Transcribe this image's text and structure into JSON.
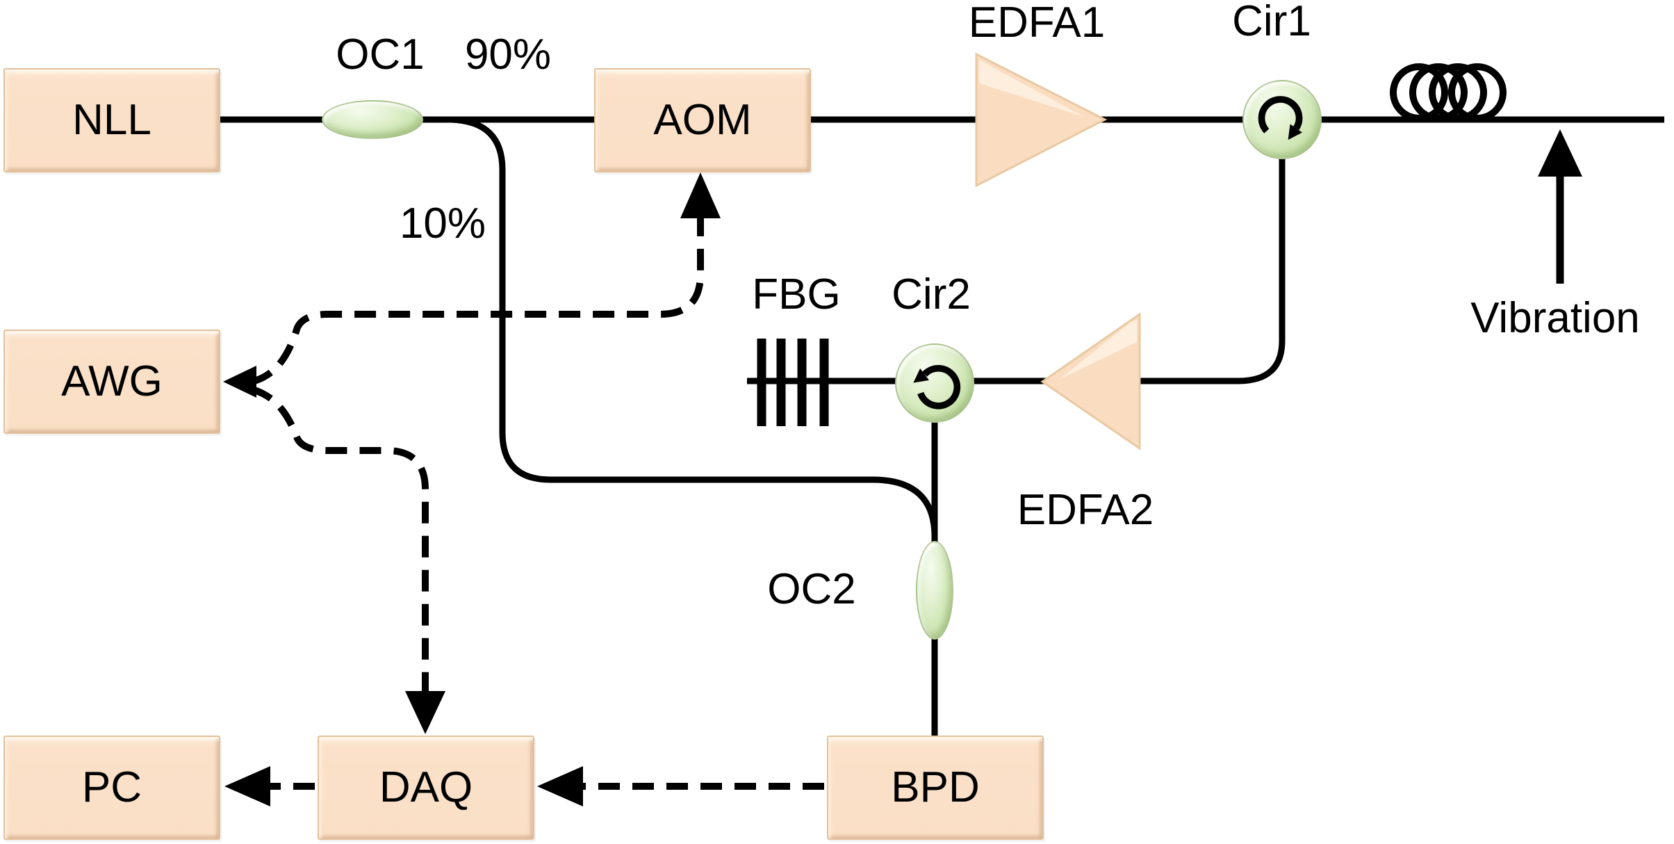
{
  "boxes": {
    "nll": "NLL",
    "aom": "AOM",
    "awg": "AWG",
    "pc": "PC",
    "daq": "DAQ",
    "bpd": "BPD"
  },
  "labels": {
    "oc1": "OC1",
    "split_high": "90%",
    "split_low": "10%",
    "edfa1": "EDFA1",
    "cir1": "Cir1",
    "vibration": "Vibration",
    "fbg": "FBG",
    "cir2": "Cir2",
    "edfa2": "EDFA2",
    "oc2": "OC2"
  },
  "icons": {
    "oc1": "coupler-ellipse",
    "oc2": "coupler-ellipse",
    "cir1": "circulator-clockwise-arrow",
    "cir2": "circulator-counterclockwise-arrow",
    "edfa1": "amplifier-triangle-right",
    "edfa2": "amplifier-triangle-left",
    "fbg": "fiber-bragg-grating-comb",
    "coil": "fiber-coil-loops",
    "vibration": "solid-up-arrow",
    "aom_drive": "dashed-up-arrow",
    "daq_trigger": "dashed-down-arrow",
    "bpd_to_daq": "dashed-left-arrow",
    "daq_to_pc": "dashed-left-arrow",
    "awg_fork": "dashed-fork-left-arrowhead"
  },
  "colors": {
    "background": "#FFFFFF",
    "line": "#000000",
    "box_fill": "#FADFC6",
    "box_edge": "#E3C09A",
    "component_green": "#CDE6B4",
    "component_green_edge": "#9FC286"
  }
}
